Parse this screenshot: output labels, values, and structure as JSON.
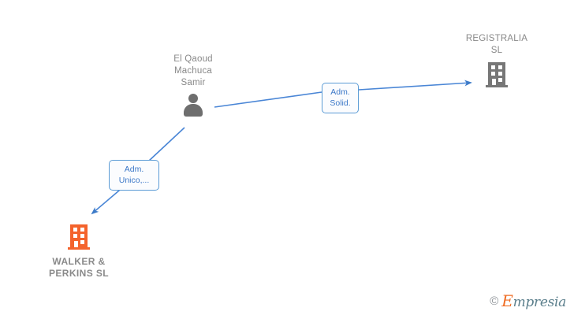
{
  "diagram": {
    "type": "relationship-graph",
    "background": "#ffffff",
    "edge_color": "#4a86d6",
    "nodes": [
      {
        "id": "person",
        "kind": "person",
        "label": "El Qaoud\nMachuca\nSamir",
        "icon": "person-icon",
        "icon_color": "#6e6e6e",
        "label_color": "#888888",
        "bold": false
      },
      {
        "id": "registralia",
        "kind": "company",
        "label": "REGISTRALIA\nSL",
        "icon": "building-icon",
        "icon_color": "#777777",
        "label_color": "#888888",
        "bold": false
      },
      {
        "id": "walker",
        "kind": "company",
        "label": "WALKER &\nPERKINS  SL",
        "icon": "building-icon",
        "icon_color": "#f4632c",
        "label_color": "#8a8a8a",
        "bold": true
      }
    ],
    "edges": [
      {
        "id": "edge-solid",
        "from": "person",
        "to": "registralia",
        "label": "Adm.\nSolid.",
        "color": "#4a86d6",
        "arrow": true
      },
      {
        "id": "edge-unico",
        "from": "person",
        "to": "walker",
        "label": "Adm.\nUnico,...",
        "color": "#4a86d6",
        "arrow": true
      }
    ]
  },
  "watermark": {
    "copyright_symbol": "©",
    "brand_initial": "E",
    "brand_rest": "mpresia",
    "brand_full": "Empresia"
  }
}
